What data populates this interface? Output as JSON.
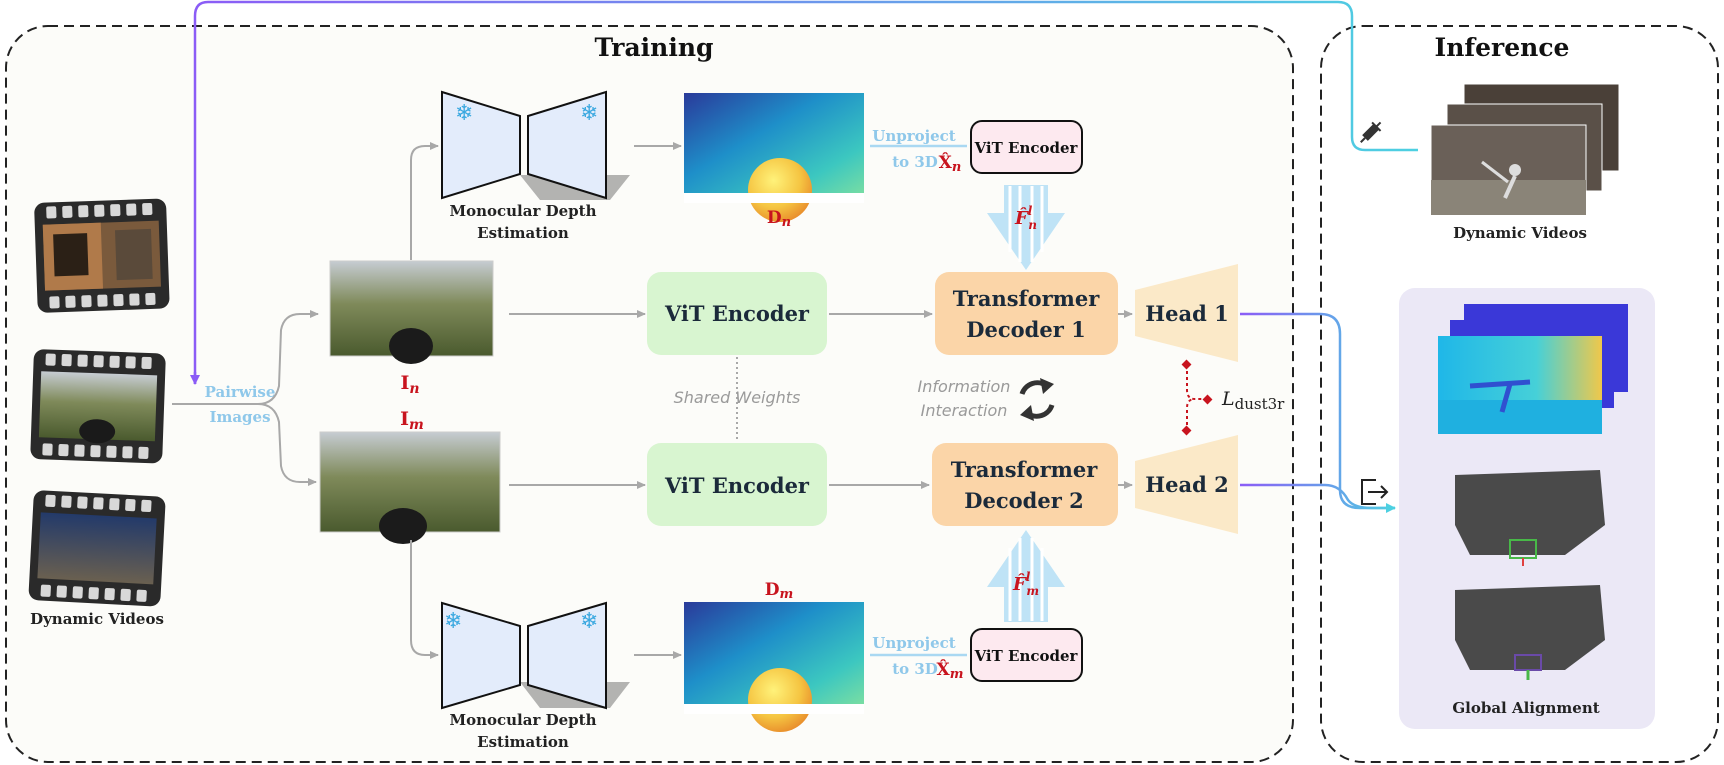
{
  "training": {
    "title": "Training",
    "input_caption": "Dynamic Videos",
    "pairwise_label": [
      "Pairwise",
      "Images"
    ],
    "image_n_label": "I",
    "image_n_sub": "n",
    "image_m_label": "I",
    "image_m_sub": "m",
    "depth_caption_top": [
      "Monocular Depth",
      "Estimation"
    ],
    "depth_caption_bottom": [
      "Monocular Depth",
      "Estimation"
    ],
    "depth_n_label": "D",
    "depth_n_sub": "n",
    "depth_m_label": "D",
    "depth_m_sub": "m",
    "unproject_label": [
      "Unproject",
      "to 3D"
    ],
    "x_n_label": "X̂",
    "x_n_sub": "n",
    "x_m_label": "X̂",
    "x_m_sub": "m",
    "small_vit_label": "ViT Encoder",
    "feature_n_label": "F̂",
    "feature_n_sub": "n",
    "feature_n_sup": "l",
    "feature_m_label": "F̂",
    "feature_m_sub": "m",
    "feature_m_sup": "l",
    "vit_encoder_label": "ViT Encoder",
    "shared_weights_label": "Shared Weights",
    "decoder_1_label": [
      "Transformer",
      "Decoder 1"
    ],
    "decoder_2_label": [
      "Transformer",
      "Decoder 2"
    ],
    "info_interaction_label": [
      "Information",
      "Interaction"
    ],
    "head_1_label": "Head 1",
    "head_2_label": "Head 2",
    "loss_label": "L",
    "loss_sub": "dust3r"
  },
  "inference": {
    "title": "Inference",
    "input_caption": "Dynamic Videos",
    "output_caption": "Global Alignment"
  },
  "colors": {
    "vit_fill": "#d8f5d0",
    "decoder_fill": "#fbd5a8",
    "head_fill": "#fbe9c8",
    "small_vit_fill": "#fde9ef",
    "label_red": "#c8141e",
    "label_blue": "#8fc8ea",
    "arrow_blue": "#a9d8f2",
    "purple_line": "#8b5cf6",
    "cyan_line": "#4dd0e1",
    "inference_panel": "#ebe8f6"
  },
  "icons": [
    "snowflake-icon",
    "syringe-icon",
    "export-icon",
    "sync-icon"
  ]
}
